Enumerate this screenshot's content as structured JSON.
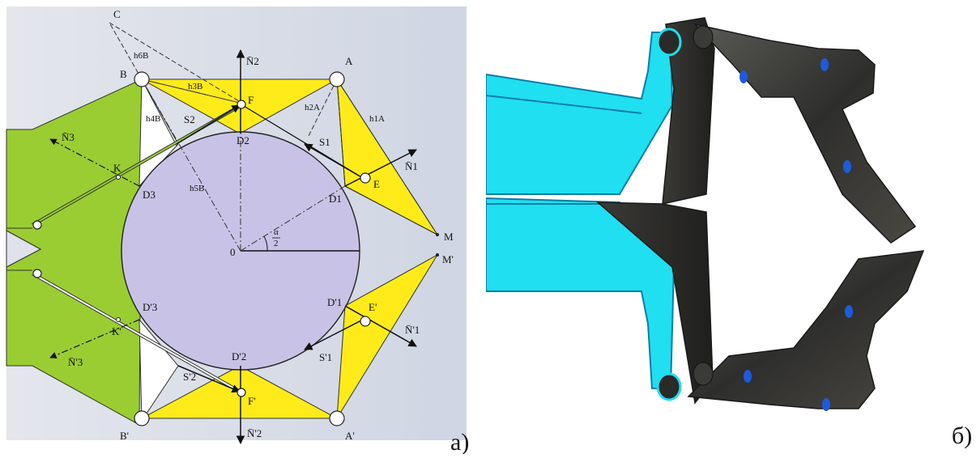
{
  "panels": {
    "a_label": "а)",
    "b_label": "б)"
  },
  "points": {
    "C": "C",
    "B": "B",
    "A": "A",
    "F": "F",
    "K": "K",
    "E": "E",
    "M": "M",
    "Mp": "M'",
    "Kp": "K'",
    "Ep": "E'",
    "Fp": "F'",
    "Bp": "B'",
    "Ap": "A'",
    "O": "0"
  },
  "circle_points": {
    "D1": "D1",
    "D2": "D2",
    "D3": "D3",
    "D1p": "D'1",
    "D2p": "D'2",
    "D3p": "D'3"
  },
  "forces": {
    "N1": "N̄1",
    "N2": "N̄2",
    "N3": "N̄3",
    "N1p": "N̄'1",
    "N2p": "N̄'2",
    "N3p": "N̄'3",
    "S1": "S1",
    "S2": "S2",
    "S1p": "S'1",
    "S2p": "S'2"
  },
  "arms": {
    "h1A": "h1A",
    "h2A": "h2A",
    "h3B": "h3B",
    "h4B": "h4B",
    "h5B": "h5B",
    "h6B": "h6B"
  },
  "angle": {
    "num": "α",
    "den": "2"
  },
  "colors": {
    "green": "#9acd32",
    "yellow": "#ffeb1a",
    "circle": "#c8c3e6",
    "background_a": "#dfe2ea",
    "cyan": "#1fdff0",
    "dark_metal": "#3a3a3a",
    "blue_bolt": "#1e5bdc"
  }
}
